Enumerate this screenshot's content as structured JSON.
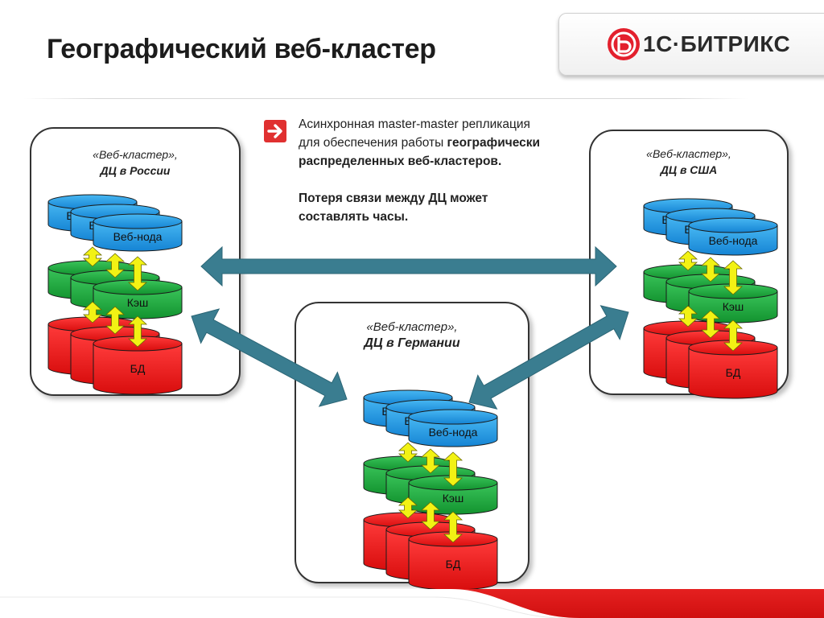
{
  "slide": {
    "title": "Географический веб-кластер"
  },
  "logo": {
    "text": "1С·БИТРИКС",
    "color": "#e3202d"
  },
  "description": {
    "line1": "Асинхронная master-master репликация",
    "line2_normal": "для обеспечения работы ",
    "line2_bold": "географически",
    "line3_bold": "распределенных веб-кластеров.",
    "line4_bold": "Потеря связи между ДЦ может",
    "line5_bold": "составлять часы."
  },
  "clusters": [
    {
      "id": "russia",
      "label": "«Веб-кластер»,",
      "name": "ДЦ в России"
    },
    {
      "id": "usa",
      "label": "«Веб-кластер»,",
      "name": "ДЦ в США"
    },
    {
      "id": "germany",
      "label": "«Веб-кластер»,",
      "name": "ДЦ в Германии"
    }
  ],
  "tiers": {
    "web": {
      "label": "Веб-нода",
      "partial": "В",
      "color": "#1e9ee6"
    },
    "cache": {
      "label": "Кэш",
      "color": "#1faa3e"
    },
    "db": {
      "label": "БД",
      "color": "#ee1b1b"
    }
  },
  "colors": {
    "link_arrow": "#3a7d90",
    "sync_arrow": "#f2f214",
    "accent_red": "#e03030"
  }
}
